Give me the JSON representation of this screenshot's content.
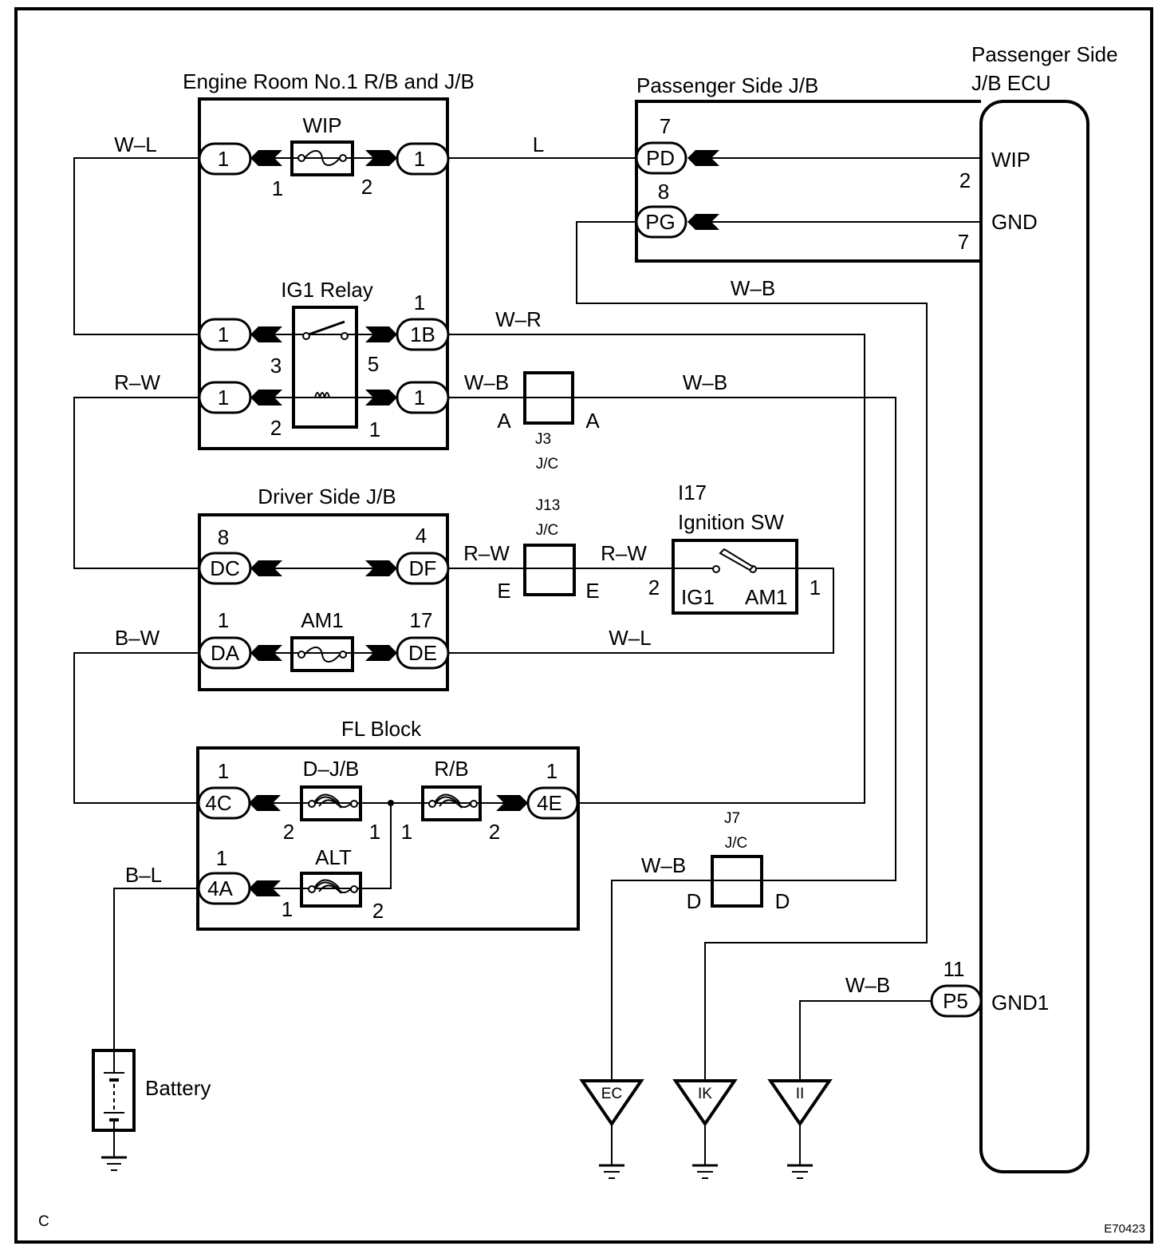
{
  "figure_id": "E70423",
  "corner_mark": "C",
  "components": {
    "engine_room_rb_jb": {
      "title": "Engine Room No.1 R/B and J/B",
      "fuse_wip": {
        "label": "WIP",
        "pin_left": "1",
        "pin_right": "2"
      },
      "relay": {
        "label": "IG1 Relay",
        "pin_3": "3",
        "pin_5": "5",
        "pin_2": "2",
        "pin_1": "1"
      },
      "connectors": {
        "top_left": "1",
        "top_right": "1",
        "mid_left": "1",
        "mid_right": "1B",
        "mid_right_pin": "1",
        "low_left": "1",
        "low_right": "1"
      }
    },
    "passenger_jb": {
      "title": "Passenger Side J/B",
      "pd": {
        "label": "PD",
        "pin": "7"
      },
      "pg": {
        "label": "PG",
        "pin": "8"
      }
    },
    "passenger_ecu": {
      "title_line1": "Passenger Side",
      "title_line2": "J/B ECU",
      "wip": {
        "label": "WIP",
        "pin": "2"
      },
      "gnd": {
        "label": "GND",
        "pin": "7"
      },
      "gnd1": {
        "label": "GND1",
        "connector": "P5",
        "pin": "11"
      }
    },
    "j3": {
      "name": "J3",
      "type": "J/C",
      "left": "A",
      "right": "A"
    },
    "j13": {
      "name": "J13",
      "type": "J/C",
      "left": "E",
      "right": "E"
    },
    "j7": {
      "name": "J7",
      "type": "J/C",
      "left": "D",
      "right": "D"
    },
    "driver_jb": {
      "title": "Driver Side J/B",
      "dc": {
        "label": "DC",
        "pin": "8"
      },
      "df": {
        "label": "DF",
        "pin": "4"
      },
      "da": {
        "label": "DA",
        "pin": "1"
      },
      "de": {
        "label": "DE",
        "pin": "17"
      },
      "fuse_am1": {
        "label": "AM1"
      }
    },
    "ignition_sw": {
      "code": "I17",
      "title": "Ignition SW",
      "ig1": "IG1",
      "am1": "AM1",
      "pin_ig1": "2",
      "pin_am1": "1"
    },
    "fl_block": {
      "title": "FL Block",
      "dj_b": {
        "label": "D–J/B",
        "pin_left": "2",
        "pin_right": "1"
      },
      "rb": {
        "label": "R/B",
        "pin_left": "1",
        "pin_right": "2"
      },
      "alt": {
        "label": "ALT",
        "pin_left": "1",
        "pin_right": "2"
      },
      "c4c": {
        "label": "4C",
        "pin": "1"
      },
      "c4e": {
        "label": "4E",
        "pin": "1"
      },
      "c4a": {
        "label": "4A",
        "pin": "1"
      }
    },
    "battery": {
      "label": "Battery"
    },
    "grounds": [
      {
        "label": "EC"
      },
      {
        "label": "IK"
      },
      {
        "label": "II"
      }
    ]
  },
  "wires": {
    "w_l_top": "W–L",
    "l": "L",
    "w_b_pg": "W–B",
    "w_r": "W–R",
    "r_w_left": "R–W",
    "w_b_j3_left": "W–B",
    "w_b_j3_right": "W–B",
    "r_w_j13_left": "R–W",
    "r_w_j13_right": "R–W",
    "b_w": "B–W",
    "w_l_de": "W–L",
    "b_l": "B–L",
    "w_b_j7": "W–B",
    "w_b_p5": "W–B"
  }
}
